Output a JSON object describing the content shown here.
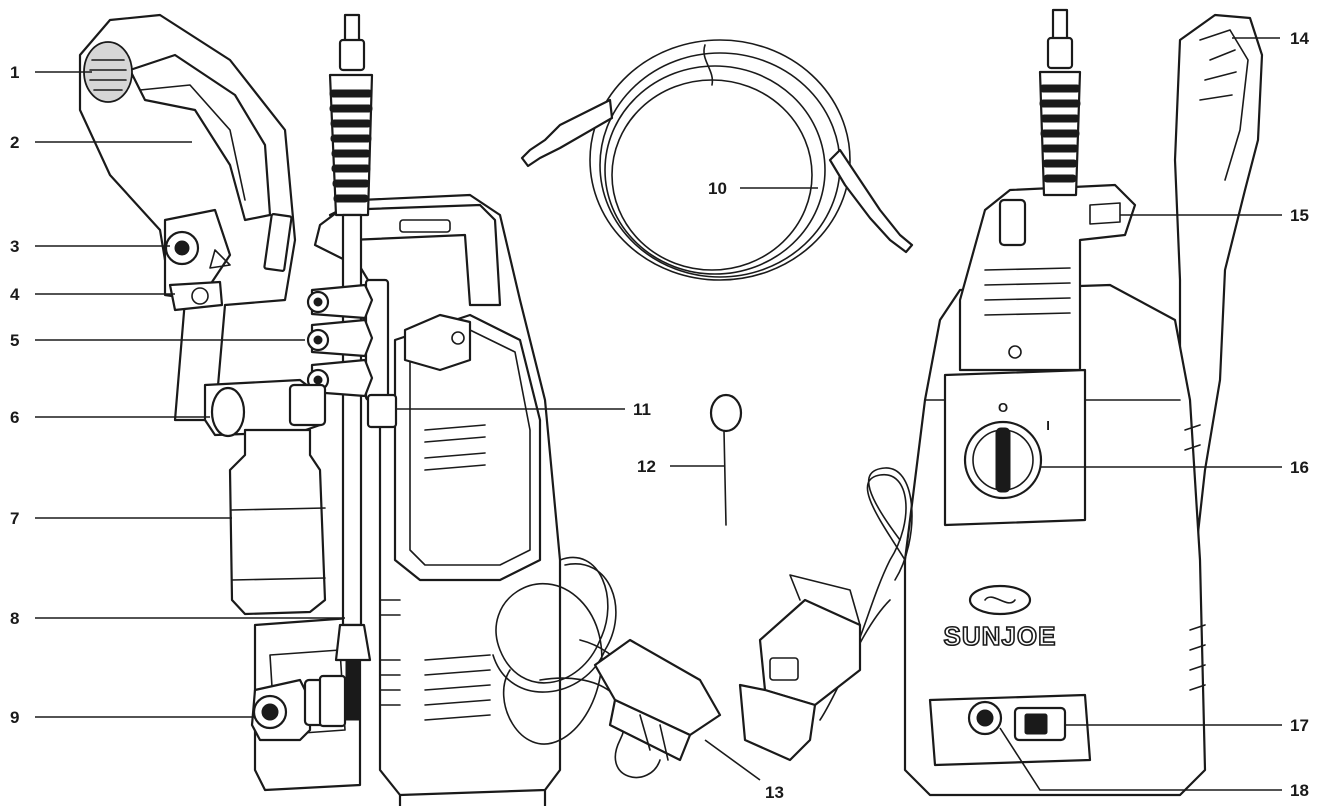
{
  "brand": {
    "name": "SUNJOE"
  },
  "dial": {
    "off_label": "O",
    "on_label": "I"
  },
  "callouts": [
    {
      "n": "1"
    },
    {
      "n": "2"
    },
    {
      "n": "3"
    },
    {
      "n": "4"
    },
    {
      "n": "5"
    },
    {
      "n": "6"
    },
    {
      "n": "7"
    },
    {
      "n": "8"
    },
    {
      "n": "9"
    },
    {
      "n": "10"
    },
    {
      "n": "11"
    },
    {
      "n": "12"
    },
    {
      "n": "13"
    },
    {
      "n": "14"
    },
    {
      "n": "15"
    },
    {
      "n": "16"
    },
    {
      "n": "17"
    },
    {
      "n": "18"
    }
  ],
  "colors": {
    "ink": "#1a1a1a",
    "background": "#ffffff"
  }
}
